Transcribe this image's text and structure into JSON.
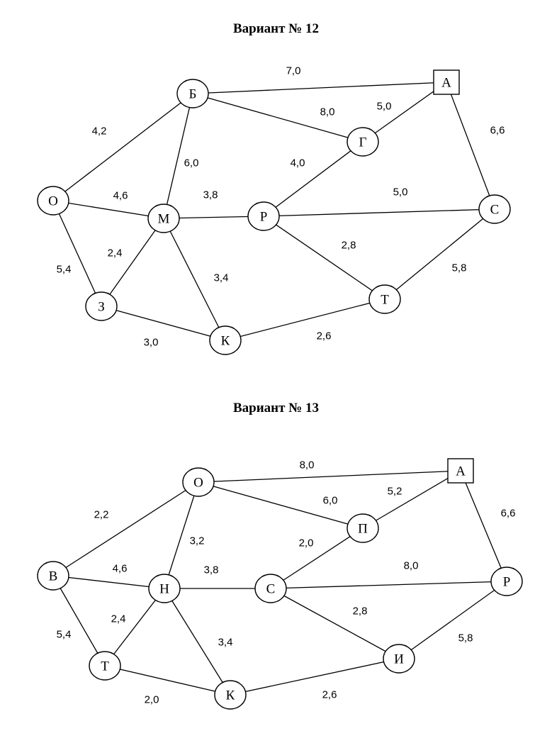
{
  "graphs": [
    {
      "title": "Вариант № 12",
      "nodes": [
        {
          "id": "Б"
        },
        {
          "id": "А",
          "shape": "square"
        },
        {
          "id": "Г"
        },
        {
          "id": "О"
        },
        {
          "id": "М"
        },
        {
          "id": "Р"
        },
        {
          "id": "С"
        },
        {
          "id": "З"
        },
        {
          "id": "К"
        },
        {
          "id": "Т"
        }
      ],
      "edges": [
        {
          "from": "Б",
          "to": "А",
          "weight": "7,0"
        },
        {
          "from": "Б",
          "to": "Г",
          "weight": "8,0"
        },
        {
          "from": "Г",
          "to": "А",
          "weight": "5,0"
        },
        {
          "from": "А",
          "to": "С",
          "weight": "6,6"
        },
        {
          "from": "О",
          "to": "Б",
          "weight": "4,2"
        },
        {
          "from": "М",
          "to": "Б",
          "weight": "6,0"
        },
        {
          "from": "Р",
          "to": "Г",
          "weight": "4,0"
        },
        {
          "from": "О",
          "to": "М",
          "weight": "4,6"
        },
        {
          "from": "М",
          "to": "Р",
          "weight": "3,8"
        },
        {
          "from": "Р",
          "to": "С",
          "weight": "5,0"
        },
        {
          "from": "О",
          "to": "З",
          "weight": "5,4"
        },
        {
          "from": "З",
          "to": "М",
          "weight": "2,4"
        },
        {
          "from": "М",
          "to": "К",
          "weight": "3,4"
        },
        {
          "from": "Р",
          "to": "Т",
          "weight": "2,8"
        },
        {
          "from": "Т",
          "to": "С",
          "weight": "5,8"
        },
        {
          "from": "З",
          "to": "К",
          "weight": "3,0"
        },
        {
          "from": "К",
          "to": "Т",
          "weight": "2,6"
        }
      ]
    },
    {
      "title": "Вариант № 13",
      "nodes": [
        {
          "id": "О"
        },
        {
          "id": "А",
          "shape": "square"
        },
        {
          "id": "П"
        },
        {
          "id": "В"
        },
        {
          "id": "Н"
        },
        {
          "id": "С"
        },
        {
          "id": "Р"
        },
        {
          "id": "Т"
        },
        {
          "id": "К"
        },
        {
          "id": "И"
        }
      ],
      "edges": [
        {
          "from": "О",
          "to": "А",
          "weight": "8,0"
        },
        {
          "from": "О",
          "to": "П",
          "weight": "6,0"
        },
        {
          "from": "П",
          "to": "А",
          "weight": "5,2"
        },
        {
          "from": "А",
          "to": "Р",
          "weight": "6,6"
        },
        {
          "from": "В",
          "to": "О",
          "weight": "2,2"
        },
        {
          "from": "Н",
          "to": "О",
          "weight": "3,2"
        },
        {
          "from": "С",
          "to": "П",
          "weight": "2,0"
        },
        {
          "from": "В",
          "to": "Н",
          "weight": "4,6"
        },
        {
          "from": "Н",
          "to": "С",
          "weight": "3,8"
        },
        {
          "from": "С",
          "to": "Р",
          "weight": "8,0"
        },
        {
          "from": "В",
          "to": "Т",
          "weight": "5,4"
        },
        {
          "from": "Т",
          "to": "Н",
          "weight": "2,4"
        },
        {
          "from": "Н",
          "to": "К",
          "weight": "3,4"
        },
        {
          "from": "С",
          "to": "И",
          "weight": "2,8"
        },
        {
          "from": "И",
          "to": "Р",
          "weight": "5,8"
        },
        {
          "from": "Т",
          "to": "К",
          "weight": "2,0"
        },
        {
          "from": "К",
          "to": "И",
          "weight": "2,6"
        }
      ]
    }
  ]
}
